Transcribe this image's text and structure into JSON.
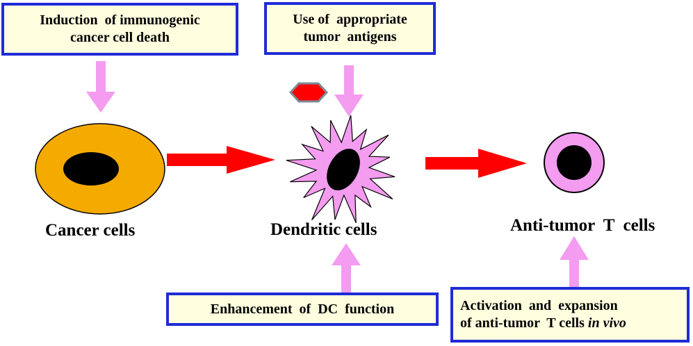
{
  "colors": {
    "box_fill": "#ffffe0",
    "box_border": "#1f2bd6",
    "cancer_cell": "#f5aa00",
    "dendritic_cell": "#f39cf0",
    "t_cell": "#f39cf0",
    "nucleus": "#000000",
    "flow_arrow": "#ff0000",
    "input_arrow": "#f39cf0",
    "antigen": "#ff0000",
    "antigen_border": "#7a8c99"
  },
  "boxes": {
    "immunogenic_death": {
      "line1": "Induction  of immunogenic",
      "line2": "cancer cell death"
    },
    "tumor_antigens": {
      "line1": "Use of  appropriate",
      "line2": "tumor  antigens"
    },
    "dc_function": {
      "text": "Enhancement  of  DC  function"
    },
    "t_cell_activation": {
      "line1": "Activation  and  expansion",
      "line2_prefix": "of anti-tumor  T cells ",
      "line2_italic": "in vivo"
    }
  },
  "cells": {
    "cancer": {
      "label": "Cancer cells",
      "icon": "cancer-cell-icon"
    },
    "dendritic": {
      "label": "Dendritic cells",
      "icon": "dendritic-cell-icon"
    },
    "t_cell": {
      "label": "Anti-tumor  T  cells",
      "icon": "t-cell-icon"
    }
  }
}
